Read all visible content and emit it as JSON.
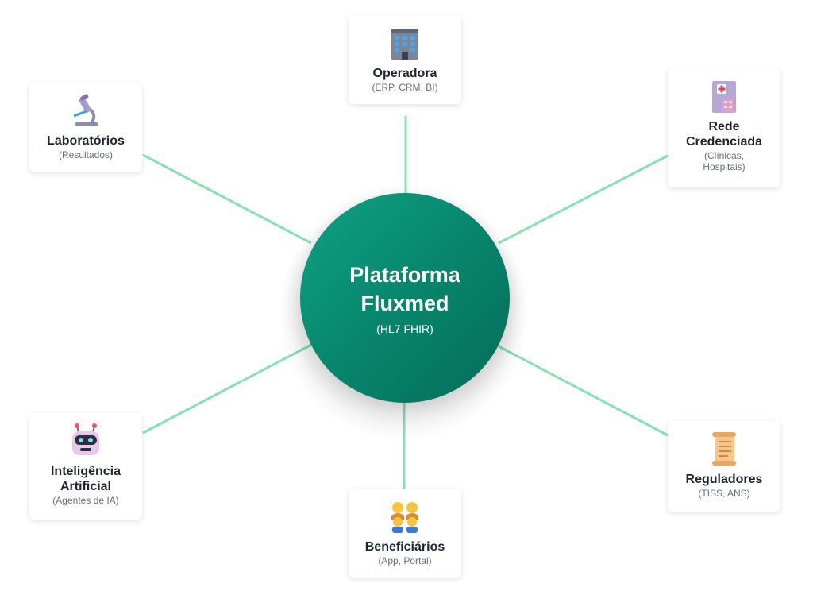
{
  "hub": {
    "title": "Plataforma Fluxmed",
    "subtitle": "(HL7 FHIR)"
  },
  "nodes": {
    "operadora": {
      "title": "Operadora",
      "subtitle": "(ERP, CRM, BI)",
      "icon": "office-building-icon"
    },
    "laboratorios": {
      "title": "Laboratórios",
      "subtitle": "(Resultados)",
      "icon": "microscope-icon"
    },
    "rede": {
      "title": "Rede Credenciada",
      "subtitle": "(Clínicas, Hospitais)",
      "icon": "hospital-icon"
    },
    "ia": {
      "title": "Inteligência Artificial",
      "subtitle": "(Agentes de IA)",
      "icon": "robot-icon"
    },
    "reguladores": {
      "title": "Reguladores",
      "subtitle": "(TISS, ANS)",
      "icon": "scroll-icon"
    },
    "beneficiarios": {
      "title": "Beneficiários",
      "subtitle": "(App, Portal)",
      "icon": "family-icon"
    }
  },
  "colors": {
    "hub": "#07836a",
    "connector": "#86e3b0"
  }
}
